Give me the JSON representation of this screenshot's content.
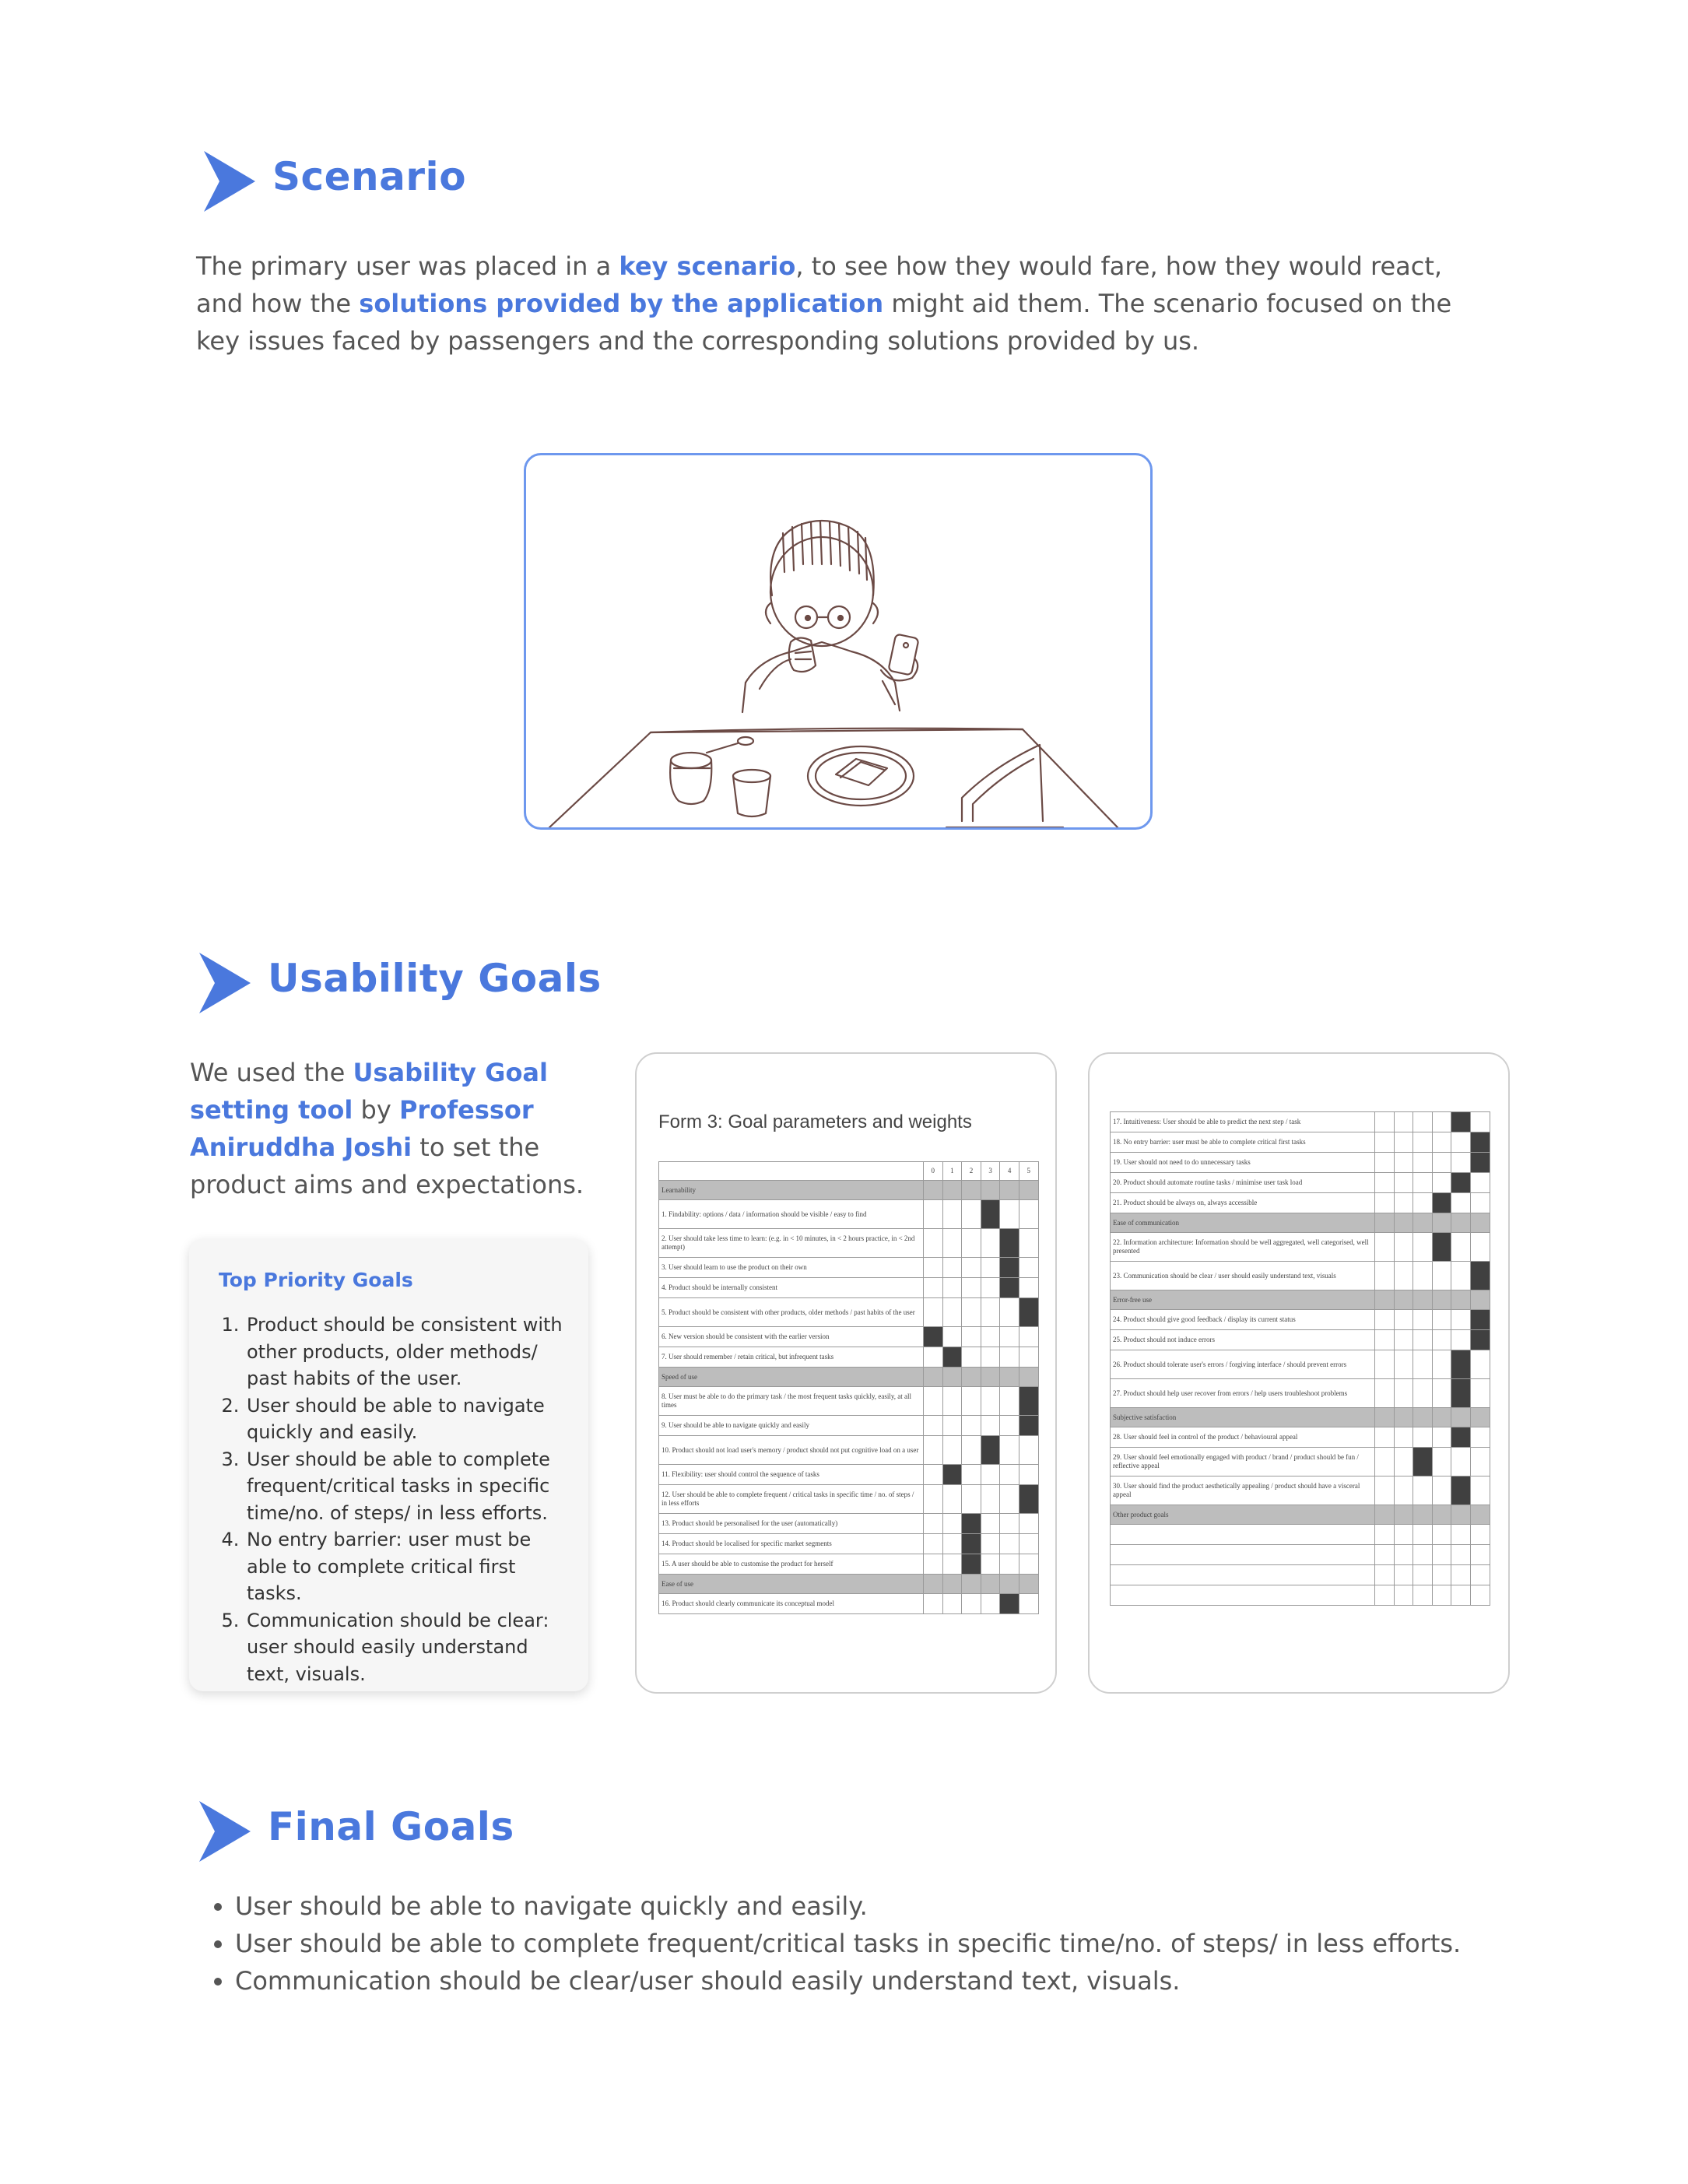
{
  "scenario": {
    "title": "Scenario",
    "text_1": "The primary user was placed in a ",
    "hl_1": "key scenario",
    "text_2": ", to see how they would fare, how they would react, and how the ",
    "hl_2": "solutions provided by the application",
    "text_3": " might aid them. The scenario focused on the key issues faced by passengers and the corresponding solutions provided by us."
  },
  "usability": {
    "title": "Usability Goals",
    "text_1": "We used the ",
    "hl_1": "Usability Goal setting tool",
    "text_2": " by ",
    "hl_2": "Professor Aniruddha Joshi",
    "text_3": " to set the product aims and expectations.",
    "priority_title": "Top Priority Goals",
    "priority_items": [
      "Product should be consistent with other products, older methods/ past habits of the user.",
      "User should be able to navigate quickly and easily.",
      "User should be able to complete frequent/critical tasks in specific time/no. of steps/ in less efforts.",
      "No entry barrier: user must be able to complete critical first tasks.",
      "Communication should be clear: user should easily understand text, visuals."
    ]
  },
  "form": {
    "title": "Form 3: Goal parameters and weights",
    "scale": [
      "0",
      "1",
      "2",
      "3",
      "4",
      "5"
    ],
    "left_rows": [
      {
        "cat": "Learnability"
      },
      {
        "t": "1. Findability: options / data / information should be visible / easy to find",
        "w": 3
      },
      {
        "t": "2. User should take less time to learn: (e.g. in < 10 minutes, in < 2 hours practice, in < 2nd attempt)",
        "w": 4
      },
      {
        "t": "3. User should learn to use the product on their own",
        "w": 4
      },
      {
        "t": "4. Product should be internally consistent",
        "w": 4
      },
      {
        "t": "5. Product should be consistent with other products, older methods / past habits of the user",
        "w": 5
      },
      {
        "t": "6. New version should be consistent with the earlier version",
        "w": 0
      },
      {
        "t": "7. User should remember / retain critical, but infrequent tasks",
        "w": 1
      },
      {
        "cat": "Speed of use"
      },
      {
        "t": "8. User must be able to do the primary task / the most frequent tasks quickly, easily, at all times",
        "w": 5
      },
      {
        "t": "9. User should be able to navigate quickly and easily",
        "w": 5
      },
      {
        "t": "10. Product should not load user's memory / product should not put cognitive load on a user",
        "w": 3
      },
      {
        "t": "11. Flexibility: user should control the sequence of tasks",
        "w": 1
      },
      {
        "t": "12. User should be able to complete frequent / critical tasks in specific time / no. of steps / in less efforts",
        "w": 5
      },
      {
        "t": "13. Product should be personalised for the user (automatically)",
        "w": 2
      },
      {
        "t": "14. Product should be localised for specific market segments",
        "w": 2
      },
      {
        "t": "15. A user should be able to customise the product for herself",
        "w": 2
      },
      {
        "cat": "Ease of use"
      },
      {
        "t": "16. Product should clearly communicate its conceptual model",
        "w": 4
      }
    ],
    "right_rows": [
      {
        "t": "17. Intuitiveness: User should be able to predict the next step / task",
        "w": 4
      },
      {
        "t": "18. No entry barrier: user must be able to complete critical first tasks",
        "w": 5
      },
      {
        "t": "19. User should not need to do unnecessary tasks",
        "w": 5
      },
      {
        "t": "20. Product should automate routine tasks / minimise user task load",
        "w": 4
      },
      {
        "t": "21. Product should be always on, always accessible",
        "w": 3
      },
      {
        "cat": "Ease of communication"
      },
      {
        "t": "22. Information architecture: Information should be well aggregated, well categorised, well presented",
        "w": 3
      },
      {
        "t": "23. Communication should be clear / user should easily understand text, visuals",
        "w": 5
      },
      {
        "cat": "Error-free use"
      },
      {
        "t": "24. Product should give good feedback / display its current status",
        "w": 5
      },
      {
        "t": "25. Product should not induce errors",
        "w": 5
      },
      {
        "t": "26. Product should tolerate user's errors / forgiving interface / should prevent errors",
        "w": 4
      },
      {
        "t": "27. Product should help user recover from errors / help users troubleshoot problems",
        "w": 4
      },
      {
        "cat": "Subjective satisfaction"
      },
      {
        "t": "28. User should feel in control of the product / behavioural appeal",
        "w": 4
      },
      {
        "t": "29. User should feel emotionally engaged with product / brand / product should be fun / reflective appeal",
        "w": 2
      },
      {
        "t": "30. User should find the product aesthetically appealing / product should have a visceral appeal",
        "w": 4
      },
      {
        "cat": "Other product goals"
      },
      {
        "t": "",
        "w": -1
      },
      {
        "t": "",
        "w": -1
      },
      {
        "t": "",
        "w": -1
      },
      {
        "t": "",
        "w": -1
      }
    ]
  },
  "final": {
    "title": "Final Goals",
    "items": [
      "User should be able to navigate quickly and easily.",
      "User should be able to complete frequent/critical tasks in specific time/no. of steps/ in less efforts.",
      "Communication should be clear/user should easily understand text, visuals."
    ]
  },
  "colors": {
    "accent": "#4a78dd",
    "illustration_border": "#6e98ee",
    "text": "#555555"
  }
}
